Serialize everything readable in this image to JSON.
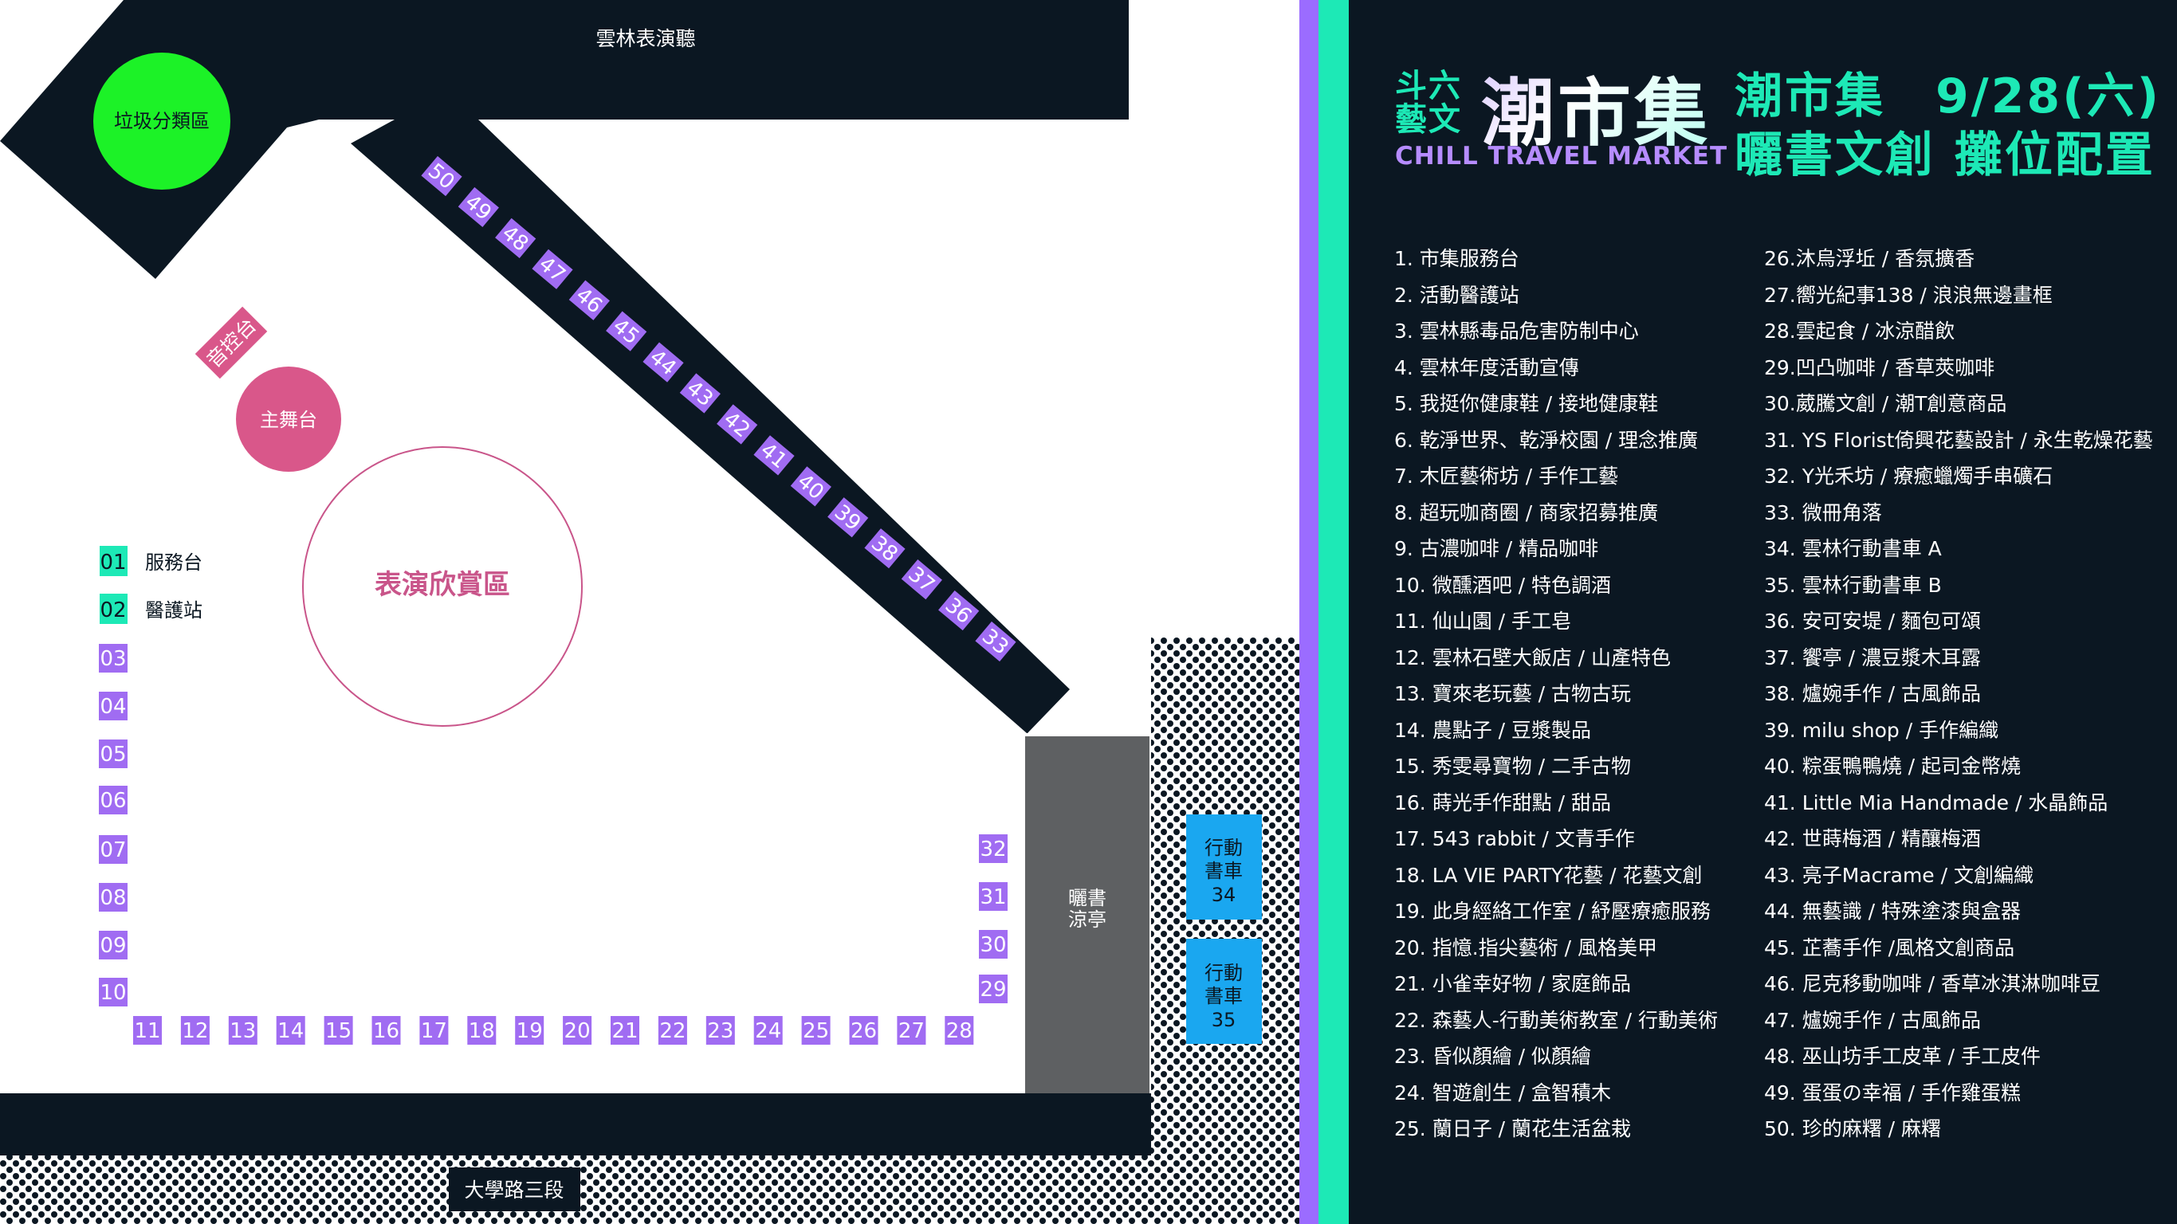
{
  "map": {
    "top_hall_label": "雲林表演聽",
    "trash_label": "垃圾分類區",
    "sound_console_label": "音控台",
    "main_stage_label": "主舞台",
    "performance_area_label": "表演欣賞區",
    "pavilion_label_line1": "曬書",
    "pavilion_label_line2": "涼亭",
    "road_label": "大學路三段",
    "service_desk": {
      "number": "01",
      "label": "服務台"
    },
    "medical_station": {
      "number": "02",
      "label": "醫護站"
    },
    "left_booths": [
      "03",
      "04",
      "05",
      "06",
      "07",
      "08",
      "09",
      "10"
    ],
    "bottom_booths": [
      "11",
      "12",
      "13",
      "14",
      "15",
      "16",
      "17",
      "18",
      "19",
      "20",
      "21",
      "22",
      "23",
      "24",
      "25",
      "26",
      "27",
      "28"
    ],
    "right_booths": [
      "29",
      "30",
      "31",
      "32"
    ],
    "diagonal_booths": [
      "33",
      "36",
      "37",
      "38",
      "39",
      "40",
      "41",
      "42",
      "43",
      "44",
      "45",
      "46",
      "47",
      "48",
      "49",
      "50"
    ],
    "bookmobile_34": {
      "line1": "行動",
      "line2": "書車",
      "line3": "34"
    },
    "bookmobile_35": {
      "line1": "行動",
      "line2": "書車",
      "line3": "35"
    },
    "colors": {
      "navy": "#0b1722",
      "booth_purple": "#a06cf2",
      "service_teal": "#1de9b6",
      "trash_green": "#1cf227",
      "stage_pink": "#d9578a",
      "pavilion_gray": "#5e6062",
      "bookmobile_blue": "#1aa7f0"
    }
  },
  "logo": {
    "line1": "斗六",
    "line2": "藝文",
    "main": "潮市集",
    "english": "CHILL TRAVEL MARKET"
  },
  "title": {
    "line1": "潮市集　9/28(六)",
    "line2": "曬書文創 攤位配置"
  },
  "vendors_col1": [
    "1. 市集服務台",
    "2. 活動醫護站",
    "3. 雲林縣毒品危害防制中心",
    "4. 雲林年度活動宣傳",
    "5. 我挺你健康鞋 / 接地健康鞋",
    "6. 乾淨世界、乾淨校園 / 理念推廣",
    "7. 木匠藝術坊 / 手作工藝",
    "8. 超玩咖商圈 / 商家招募推廣",
    "9. 古濃咖啡 / 精品咖啡",
    "10. 微醺酒吧 / 特色調酒",
    "11. 仙山園 / 手工皂",
    "12. 雲林石壁大飯店 / 山產特色",
    "13. 寶來老玩藝 / 古物古玩",
    "14. 農點子 / 豆漿製品",
    "15. 秀雯尋寶物 / 二手古物",
    "16. 蒔光手作甜點 / 甜品",
    "17. 543 rabbit / 文青手作",
    "18. LA VIE PARTY花藝 / 花藝文創",
    "19. 此身經絡工作室 / 紓壓療癒服務",
    "20. 指憶.指尖藝術 / 風格美甲",
    "21. 小雀幸好物 / 家庭飾品",
    "22. 森藝人-行動美術教室 / 行動美術",
    "23. 昏似顏繪 / 似顏繪",
    "24. 智遊創生 / 盒智積木",
    "25. 蘭日子 / 蘭花生活盆栽"
  ],
  "vendors_col2": [
    "26.沐烏浮坵 / 香氛擴香",
    "27.嚮光紀事138 / 浪浪無邊畫框",
    "28.雲起食 / 冰涼醋飲",
    "29.凹凸咖啡 / 香草莢咖啡",
    "30.葳騰文創 / 潮T創意商品",
    "31. YS Florist倚興花藝設計 / 永生乾燥花藝",
    "32. Y光禾坊 / 療癒蠟燭手串礦石",
    "33. 微冊角落",
    "34. 雲林行動書車 A",
    "35. 雲林行動書車 B",
    "36. 安可安堤 / 麵包可頌",
    "37. 饗亭 / 濃豆漿木耳露",
    "38. 爐婉手作 / 古風飾品",
    "39. milu shop / 手作編織",
    "40. 粽蛋鴨鴨燒 / 起司金幣燒",
    "41. Little Mia Handmade / 水晶飾品",
    "42. 世蒔梅酒 / 精釀梅酒",
    "43. 亮子Macrame / 文創編織",
    "44. 無藝識 / 特殊塗漆與盒器",
    "45. 芷蕎手作 /風格文創商品",
    "46. 尼克移動咖啡 / 香草冰淇淋咖啡豆",
    "47. 爐婉手作 / 古風飾品",
    "48. 巫山坊手工皮革 / 手工皮件",
    "49. 蛋蛋の幸福 / 手作雞蛋糕",
    "50. 珍的麻糬 / 麻糬"
  ]
}
